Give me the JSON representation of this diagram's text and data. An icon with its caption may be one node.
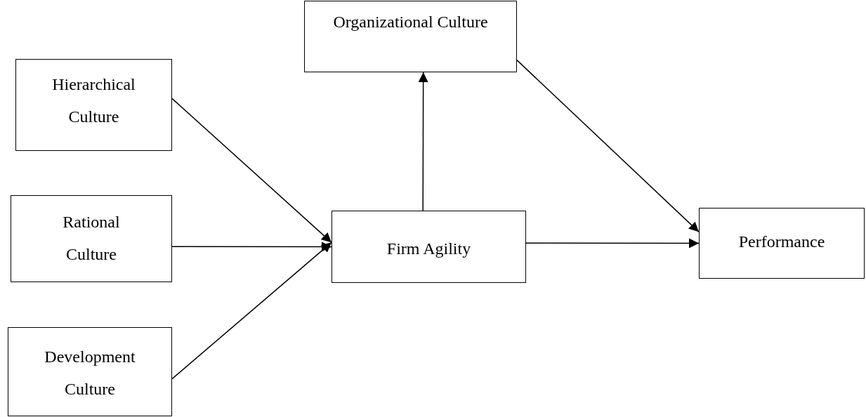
{
  "diagram": {
    "nodes": [
      {
        "text": [
          "Organizational Culture"
        ]
      },
      {
        "text": [
          "Hierarchical Culture"
        ]
      },
      {
        "text": [
          "Rational Culture"
        ]
      },
      {
        "text": [
          "Development Culture"
        ]
      },
      {
        "text": [
          "Firm Agility"
        ]
      },
      {
        "text": [
          "Performance"
        ]
      }
    ],
    "edges": [
      {
        "from": 1,
        "to": 4,
        "arrow": "to"
      },
      {
        "from": 2,
        "to": 4,
        "arrow": "to"
      },
      {
        "from": 3,
        "to": 4,
        "arrow": "to"
      },
      {
        "from": 4,
        "to": 0,
        "arrow": "to"
      },
      {
        "from": 0,
        "to": 5,
        "arrow": "to"
      },
      {
        "from": 4,
        "to": 5,
        "arrow": "to"
      }
    ]
  }
}
